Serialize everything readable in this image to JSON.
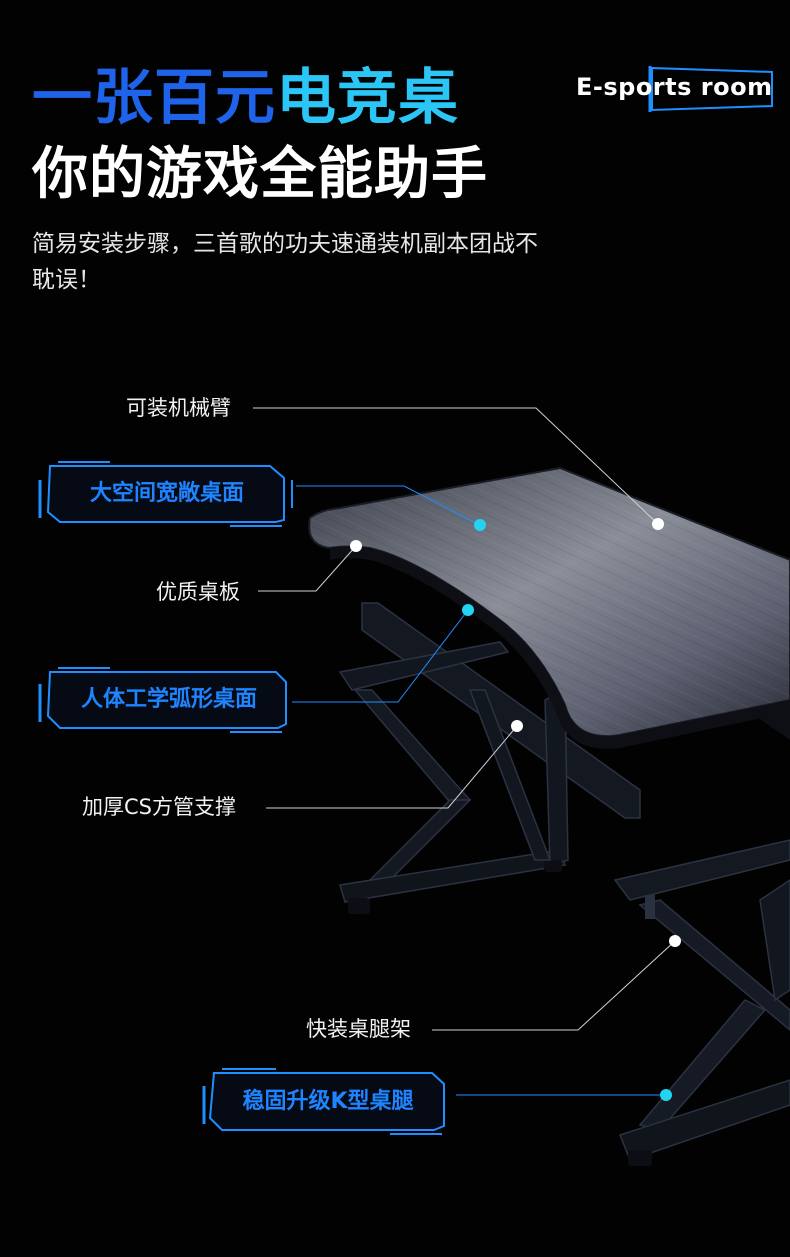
{
  "headline": {
    "part1": "一张百元",
    "part2": "电竞桌",
    "line2": "你的游戏全能助手"
  },
  "subtitle": "简易安装步骤，三首歌的功夫速通装机副本团战不耽误！",
  "brand": {
    "text": "E-sports room"
  },
  "callouts": {
    "arm": "可装机械臂",
    "wide": "大空间宽敞桌面",
    "board": "优质桌板",
    "ergonomic": "人体工学弧形桌面",
    "support": "加厚CS方管支撑",
    "frame": "快装桌腿架",
    "legs": "稳固升级K型桌腿"
  },
  "colors": {
    "blue": "#1e63ea",
    "cyan": "#2bc6f6",
    "badge_text": "#1e84ff",
    "badge_border": "#1f8fff",
    "dot": "#22d3f2"
  }
}
